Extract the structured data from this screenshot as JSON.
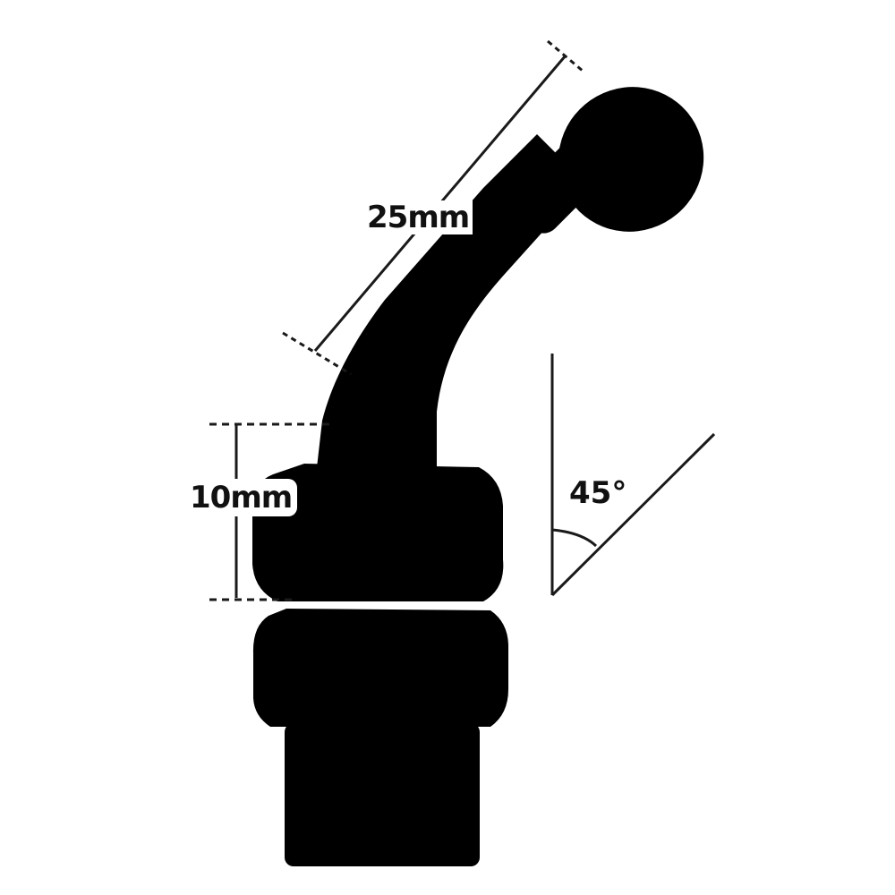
{
  "diagram": {
    "labels": {
      "length_25": "25mm",
      "length_10": "10mm",
      "angle": "45°"
    },
    "colors": {
      "silhouette": "#000000",
      "dimension_lines": "#1a1a1a",
      "background": "#ffffff"
    }
  }
}
